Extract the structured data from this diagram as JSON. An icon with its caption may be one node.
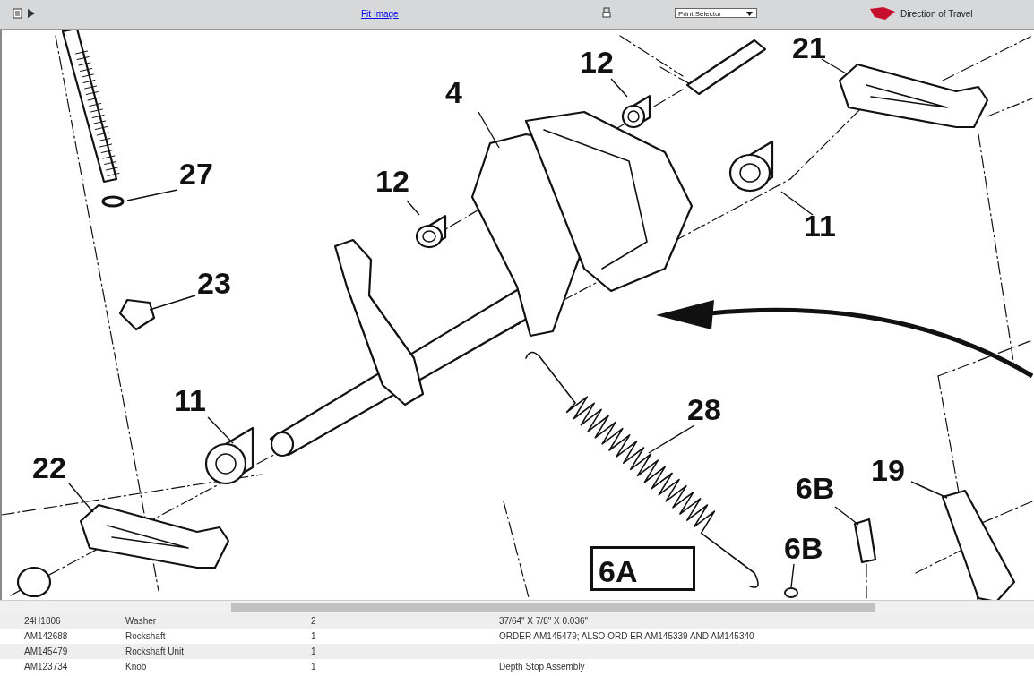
{
  "diagram": {
    "nodes": [
      {
        "text": [
          "21"
        ]
      },
      {
        "text": [
          "12"
        ]
      },
      {
        "text": [
          "4"
        ]
      },
      {
        "text": [
          "27"
        ]
      },
      {
        "text": [
          "12"
        ]
      },
      {
        "text": [
          "11"
        ]
      },
      {
        "text": [
          "23"
        ]
      },
      {
        "text": [
          "11"
        ]
      },
      {
        "text": [
          "28"
        ]
      },
      {
        "text": [
          "22"
        ]
      },
      {
        "text": [
          "19"
        ]
      },
      {
        "text": [
          "6B"
        ]
      },
      {
        "text": [
          "6B"
        ]
      },
      {
        "text": [
          "6A"
        ]
      },
      {
        "text": [],
        "shape": "circle"
      }
    ],
    "edges": [
      {
        "from": 0,
        "to": null,
        "arrow": "none"
      },
      {
        "from": 1,
        "to": null,
        "arrow": "none"
      },
      {
        "from": 2,
        "to": null,
        "arrow": "none"
      },
      {
        "from": 3,
        "to": null,
        "arrow": "none"
      },
      {
        "from": 4,
        "to": null,
        "arrow": "none"
      },
      {
        "from": 5,
        "to": null,
        "arrow": "none"
      },
      {
        "from": 6,
        "to": null,
        "arrow": "none"
      },
      {
        "from": 7,
        "to": null,
        "arrow": "none"
      },
      {
        "from": 8,
        "to": null,
        "arrow": "none"
      },
      {
        "from": 9,
        "to": null,
        "arrow": "none"
      },
      {
        "from": 10,
        "to": null,
        "arrow": "none"
      },
      {
        "from": 11,
        "to": null,
        "arrow": "none"
      },
      {
        "from": 12,
        "to": 14,
        "arrow": "none"
      }
    ],
    "labels": [
      "Fit Image",
      "Print Selector",
      "Direction of Travel",
      "24H1806",
      "Washer",
      "2",
      "37/64\" X 7/8\" X 0.036\"",
      "AM142688",
      "Rockshaft",
      "1",
      "ORDER AM145479; ALSO ORD ER AM145339 AND AM145340",
      "AM145479",
      "Rockshaft Unit",
      "1",
      "AM123734",
      "Knob",
      "1",
      "Depth Stop Assembly"
    ]
  }
}
